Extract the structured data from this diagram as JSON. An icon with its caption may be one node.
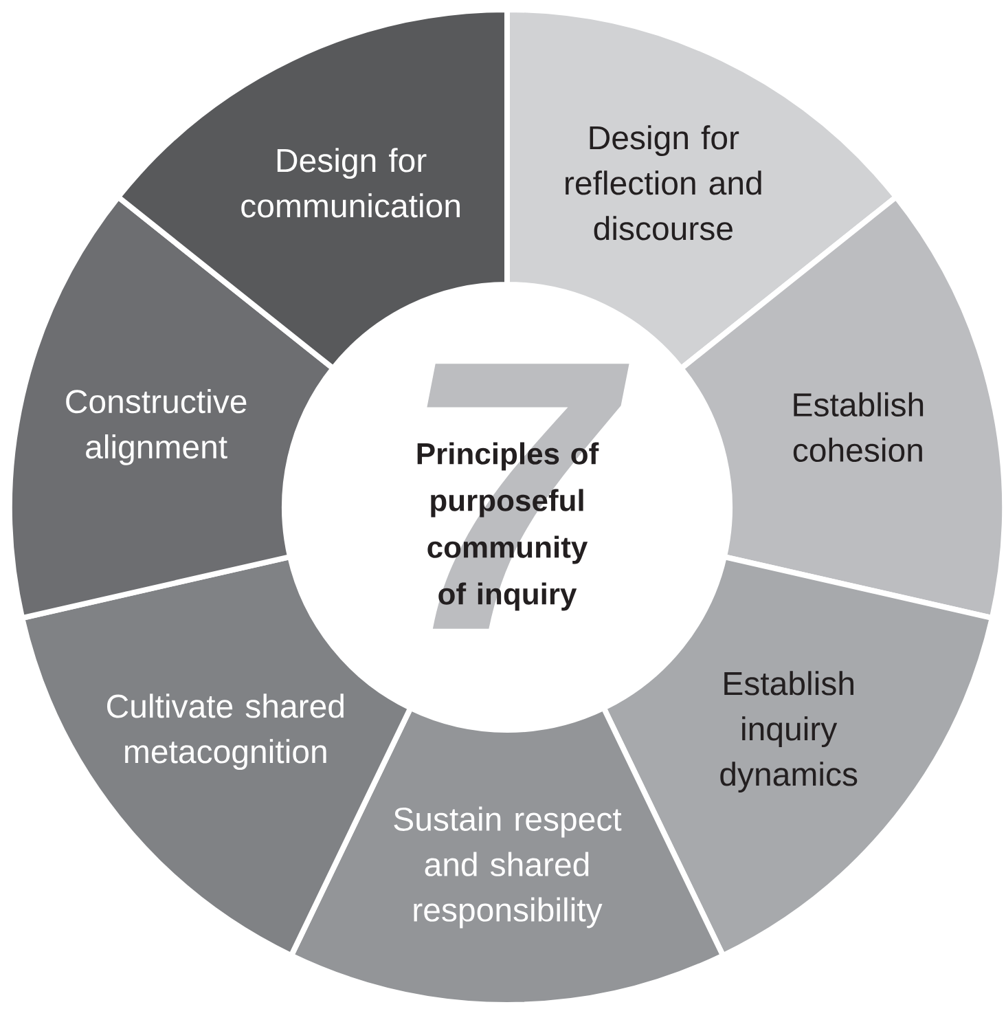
{
  "diagram": {
    "nodes": [
      {
        "text": [
          "7",
          "Principles of purposeful community of inquiry"
        ]
      },
      {
        "text": [
          "Design for reflection and discourse"
        ]
      },
      {
        "text": [
          "Establish cohesion"
        ]
      },
      {
        "text": [
          "Establish inquiry dynamics"
        ]
      },
      {
        "text": [
          "Sustain respect and shared responsibility"
        ]
      },
      {
        "text": [
          "Cultivate shared metacognition"
        ]
      },
      {
        "text": [
          "Constructive alignment"
        ]
      },
      {
        "text": [
          "Design for communication"
        ]
      }
    ]
  }
}
